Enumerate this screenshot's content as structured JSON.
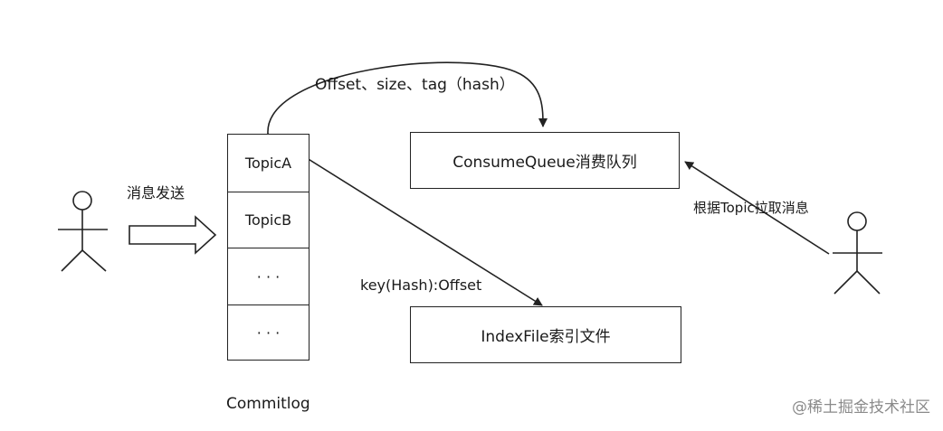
{
  "arcs": {
    "top_label": "Offset、size、tag（hash）",
    "diag_label": "key(Hash):Offset"
  },
  "commitlog": {
    "cells": [
      "TopicA",
      "TopicB",
      "· · ·",
      "· · ·"
    ],
    "label": "Commitlog"
  },
  "consume_queue": {
    "label": "ConsumeQueue消费队列"
  },
  "index_file": {
    "label": "IndexFile索引文件"
  },
  "producer": {
    "action_label": "消息发送"
  },
  "consumer": {
    "action_label": "根据Topic拉取消息"
  },
  "watermark": "@稀土掘金技术社区"
}
